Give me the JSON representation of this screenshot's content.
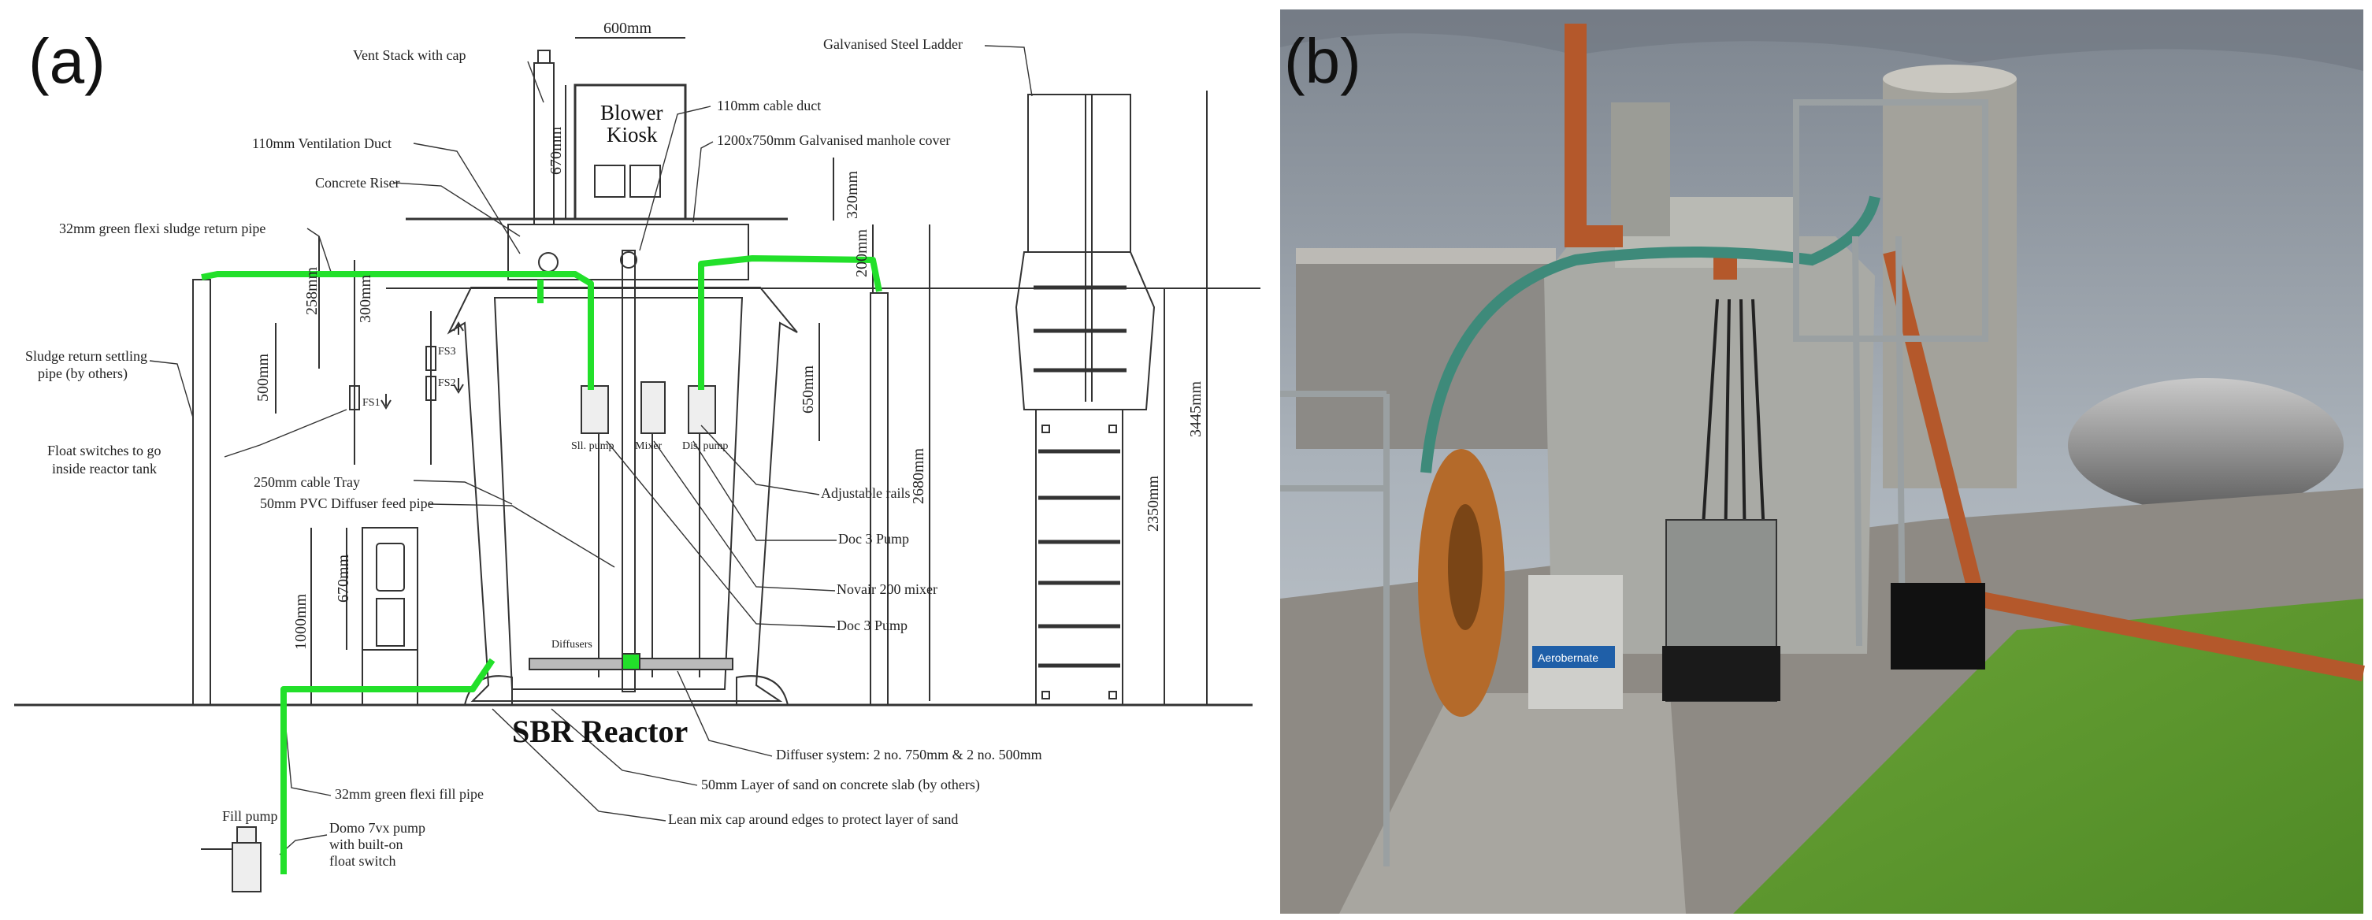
{
  "panels": {
    "a": "(a)",
    "b": "(b)"
  },
  "title": "SBR Reactor",
  "kiosk": {
    "line1": "Blower",
    "line2": "Kiosk"
  },
  "labels": {
    "vent_stack": "Vent Stack with cap",
    "ventilation_duct": "110mm Ventilation Duct",
    "concrete_riser": "Concrete Riser",
    "sludge_return_pipe": "32mm green flexi sludge return pipe",
    "settling_pipe_1": "Sludge return settling",
    "settling_pipe_2": "pipe (by others)",
    "float_switches_1": "Float switches to go",
    "float_switches_2": "inside reactor tank",
    "cable_tray": "250mm cable Tray",
    "diffuser_feed": "50mm PVC Diffuser feed pipe",
    "cable_duct": "110mm cable duct",
    "manhole": "1200x750mm Galvanised manhole cover",
    "ladder": "Galvanised Steel Ladder",
    "adjustable_rails": "Adjustable rails",
    "doc3_pump_a": "Doc 3 Pump",
    "novair_mixer": "Novair 200 mixer",
    "doc3_pump_b": "Doc 3 Pump",
    "diffusers": "Diffusers",
    "diffuser_system": "Diffuser system: 2 no. 750mm & 2 no. 500mm",
    "sand_layer": "50mm Layer of sand on concrete slab (by others)",
    "lean_mix": "Lean mix cap around edges to protect layer of sand",
    "fill_pipe": "32mm green flexi fill pipe",
    "fill_pump": "Fill pump",
    "domo_1": "Domo 7vx pump",
    "domo_2": "with built-on",
    "domo_3": "float switch",
    "sll_pump": "Sll. pump",
    "mixer": "Mixer",
    "dis_pump": "Dis. pump",
    "fs1": "FS1",
    "fs2": "FS2",
    "fs3": "FS3"
  },
  "dimensions": {
    "d600": "600mm",
    "d670_top": "670mm",
    "d320": "320mm",
    "d200": "200mm",
    "d258": "258mm",
    "d300": "300mm",
    "d500": "500mm",
    "d650": "650mm",
    "d2680": "2680mm",
    "d3445": "3445mm",
    "d2350": "2350mm",
    "d1000": "1000mm",
    "d670_low": "670mm"
  },
  "photo": {
    "panel_text": "Aerobernate"
  },
  "colors": {
    "pipe_green": "#22e02a",
    "line": "#333333",
    "sky": "#8f98a3",
    "grass": "#5f9a2f",
    "pipe_orange": "#b4582b"
  }
}
